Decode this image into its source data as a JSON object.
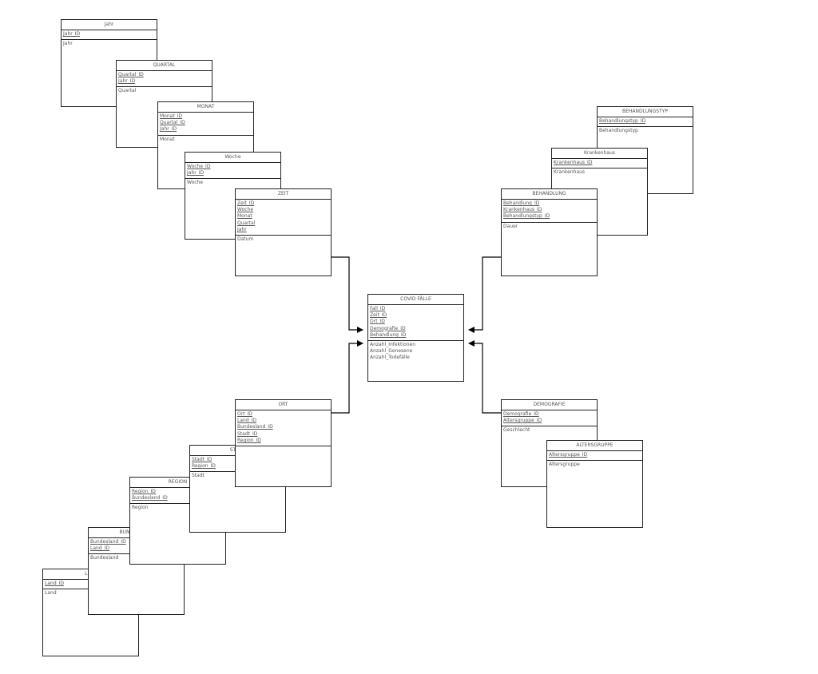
{
  "diagram": {
    "entities": {
      "jahr": {
        "title": "Jahr",
        "keys": [
          "Jahr_ID"
        ],
        "attributes": [
          "Jahr"
        ]
      },
      "quartal": {
        "title": "QUARTAL",
        "keys": [
          "Quartal_ID",
          "Jahr_ID"
        ],
        "attributes": [
          "Quartal"
        ]
      },
      "monat": {
        "title": "MONAT",
        "keys": [
          "Monat_ID",
          "Quartal_ID",
          "Jahr_ID"
        ],
        "attributes": [
          "Monat"
        ]
      },
      "woche": {
        "title": "Woche",
        "keys": [
          "Woche_ID",
          "Jahr_ID"
        ],
        "attributes": [
          "Woche"
        ]
      },
      "zeit": {
        "title": "ZEIT",
        "keys": [
          "Zeit_ID",
          "Woche",
          "Monat",
          "Quartal",
          "Jahr"
        ],
        "attributes": [
          "Datum"
        ]
      },
      "covid_faelle": {
        "title": "COVID FÄLLE",
        "keys": [
          "Fall_ID",
          "Zeit_ID",
          "Ort_ID",
          "Demografie_ID",
          "Behandlung_ID"
        ],
        "attributes": [
          "Anzahl_Infektionen",
          "Anzahl_Genesene",
          "Anzahl_Todefälle"
        ]
      },
      "behandlungstyp": {
        "title": "BEHANDLUNGSTYP",
        "keys": [
          "Behandlungstyp_ID"
        ],
        "attributes": [
          "Behandlungstyp"
        ]
      },
      "krankenhaus": {
        "title": "Krankenhaus",
        "keys": [
          "Krankenhaus_ID"
        ],
        "attributes": [
          "Krankenhaus"
        ]
      },
      "behandlung": {
        "title": "BEHANDLUNG",
        "keys": [
          "Behandlung_ID",
          "Krankenhaus_ID",
          "Behandlungstyp_ID"
        ],
        "attributes": [
          "Dauer"
        ]
      },
      "ort": {
        "title": "ORT",
        "keys": [
          "Ort_ID",
          "Land_ID",
          "Bundesland_ID",
          "Stadt_ID",
          "Region_ID"
        ],
        "attributes": []
      },
      "stadt": {
        "title": "STADT",
        "keys": [
          "Stadt_ID",
          "Region_ID"
        ],
        "attributes": [
          "Stadt"
        ]
      },
      "region": {
        "title": "REGION",
        "keys": [
          "Region_ID",
          "Bundesland_ID"
        ],
        "attributes": [
          "Region"
        ]
      },
      "bundesland": {
        "title": "BUNDESLAND",
        "keys": [
          "Bundesland_ID",
          "Land_ID"
        ],
        "attributes": [
          "Bundesland"
        ]
      },
      "land": {
        "title": "Land",
        "keys": [
          "Land_ID"
        ],
        "attributes": [
          "Land"
        ]
      },
      "demografie": {
        "title": "DEMOGRAFIE",
        "keys": [
          "Demografie_ID",
          "Altersgruppe_ID"
        ],
        "attributes": [
          "Geschlecht"
        ]
      },
      "altersgruppe": {
        "title": "ALTERSGRUPPE",
        "keys": [
          "Altersgruppe_ID"
        ],
        "attributes": [
          "Altersgruppe"
        ]
      }
    }
  }
}
